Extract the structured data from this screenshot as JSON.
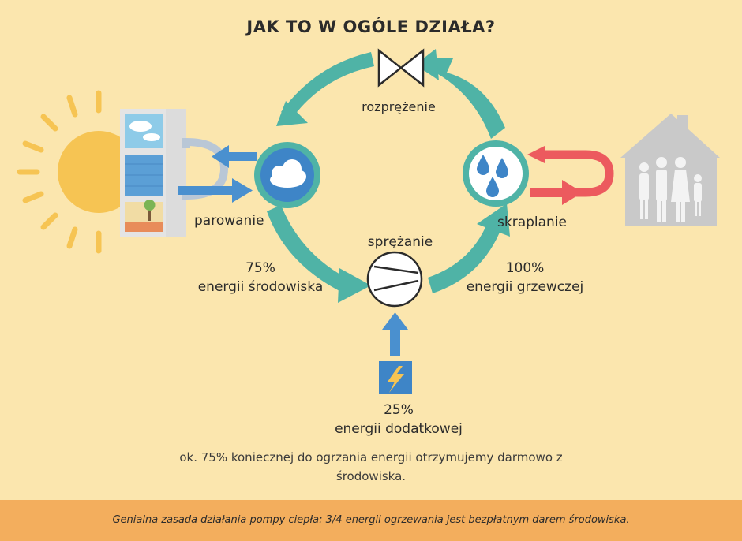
{
  "title": "JAK TO W OGÓLE DZIAŁA?",
  "labels": {
    "expansion": "rozprężenie",
    "evaporation": "parowanie",
    "condensation": "skraplanie",
    "compression": "sprężanie"
  },
  "environment_energy": {
    "percent": "75%",
    "text": "energii środowiska"
  },
  "heating_energy": {
    "percent": "100%",
    "text": "energii grzewczej"
  },
  "extra_energy": {
    "percent": "25%",
    "text": "energii dodatkowej"
  },
  "note": {
    "line1": "ok. 75% koniecznej do ogrzania energii otrzymujemy darmowo z",
    "line2": "środowiska."
  },
  "footer": "Genialna zasada działania pompy ciepła: 3/4 energii ogrzewania jest bezpłatnym darem środowiska.",
  "colors": {
    "background": "#fbe6ae",
    "cycle": "#4fb3a6",
    "cold_arrow": "#4a90cf",
    "warm_arrow": "#ec5a5e",
    "sun": "#f6c453",
    "house": "#c9c9c9",
    "footer": "#f3ae5d"
  },
  "icons": [
    "sun-icon",
    "cloud-icon",
    "water-drops-icon",
    "valve-icon",
    "compressor-icon",
    "lightning-icon",
    "house-family-icon"
  ]
}
